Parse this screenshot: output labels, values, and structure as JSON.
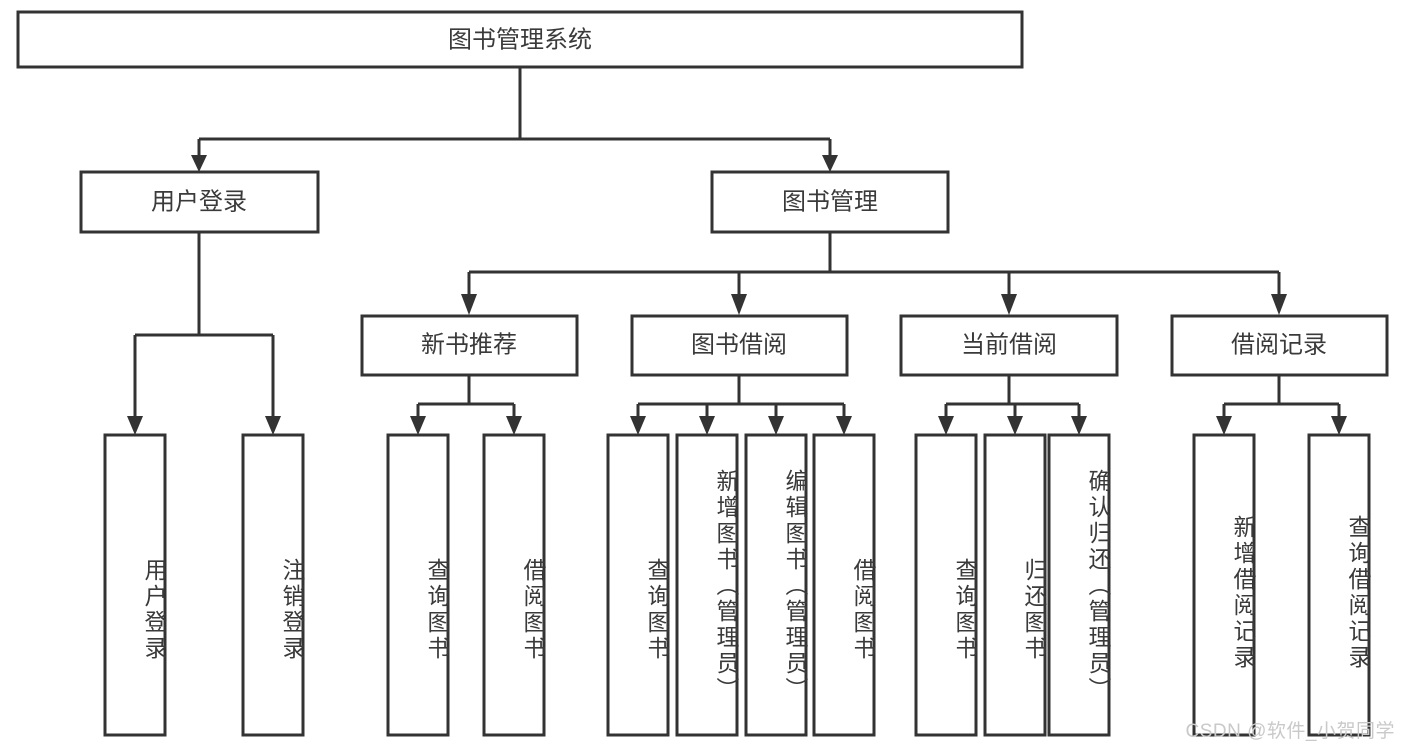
{
  "diagram": {
    "title": "图书管理系统",
    "type": "hierarchy-tree",
    "root": {
      "id": "root",
      "label": "图书管理系统"
    },
    "level2": [
      {
        "id": "user-login",
        "label": "用户登录"
      },
      {
        "id": "book-manage",
        "label": "图书管理"
      }
    ],
    "level3": [
      {
        "id": "new-book-recommend",
        "label": "新书推荐",
        "parent": "book-manage"
      },
      {
        "id": "book-borrow",
        "label": "图书借阅",
        "parent": "book-manage"
      },
      {
        "id": "current-borrow",
        "label": "当前借阅",
        "parent": "book-manage"
      },
      {
        "id": "borrow-record",
        "label": "借阅记录",
        "parent": "book-manage"
      }
    ],
    "leaves": [
      {
        "id": "leaf-user-login",
        "label": "用户登录",
        "parent": "user-login"
      },
      {
        "id": "leaf-logout-login",
        "label": "注销登录",
        "parent": "user-login"
      },
      {
        "id": "leaf-query-book-1",
        "label": "查询图书",
        "parent": "new-book-recommend"
      },
      {
        "id": "leaf-borrow-book-1",
        "label": "借阅图书",
        "parent": "new-book-recommend"
      },
      {
        "id": "leaf-query-book-2",
        "label": "查询图书",
        "parent": "book-borrow"
      },
      {
        "id": "leaf-add-book",
        "label": "新增图书（管理员）",
        "parent": "book-borrow"
      },
      {
        "id": "leaf-edit-book",
        "label": "编辑图书（管理员）",
        "parent": "book-borrow"
      },
      {
        "id": "leaf-borrow-book-2",
        "label": "借阅图书",
        "parent": "book-borrow"
      },
      {
        "id": "leaf-query-book-3",
        "label": "查询图书",
        "parent": "current-borrow"
      },
      {
        "id": "leaf-return-book",
        "label": "归还图书",
        "parent": "current-borrow"
      },
      {
        "id": "leaf-confirm-return",
        "label": "确认归还（管理员）",
        "parent": "current-borrow"
      },
      {
        "id": "leaf-add-record",
        "label": "新增借阅记录",
        "parent": "borrow-record"
      },
      {
        "id": "leaf-query-record",
        "label": "查询借阅记录",
        "parent": "borrow-record"
      }
    ],
    "colors": {
      "stroke": "#333333",
      "box_fill": "#ffffff",
      "text": "#3a3a3a",
      "watermark": "#c9c9c9",
      "background": "#ffffff"
    }
  },
  "watermark": {
    "text": "CSDN @软件_小贺同学"
  }
}
